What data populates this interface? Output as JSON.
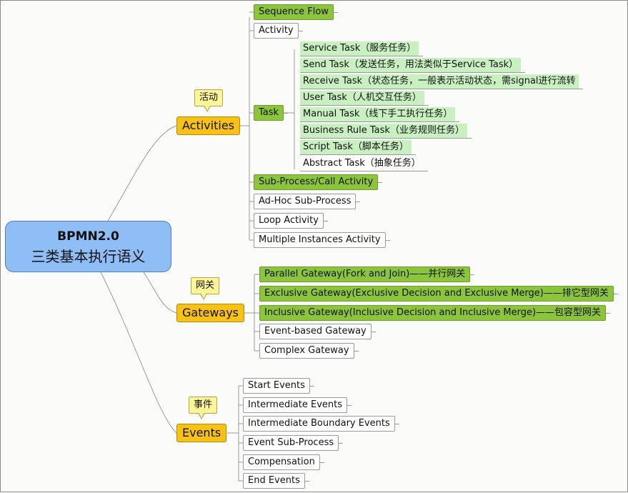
{
  "root": {
    "line1": "BPMN2.0",
    "line2": "三类基本执行语义"
  },
  "branches": {
    "activities": {
      "label": "Activities",
      "callout": "活动"
    },
    "gateways": {
      "label": "Gateways",
      "callout": "网关"
    },
    "events": {
      "label": "Events",
      "callout": "事件"
    }
  },
  "activities": {
    "items": [
      "Sequence Flow",
      "Activity",
      "Task",
      "Sub-Process/Call Activity",
      "Ad-Hoc Sub-Process",
      "Loop Activity",
      "Multiple Instances Activity"
    ],
    "task_types": [
      "Service Task（服务任务）",
      "Send Task（发送任务，用法类似于Service Task）",
      "Receive Task（状态任务，一般表示活动状态，需signal进行流转",
      "User Task（人机交互任务）",
      "Manual Task（线下手工执行任务）",
      "Business Rule Task（业务规则任务）",
      "Script Task（脚本任务）",
      "Abstract Task（抽象任务）"
    ]
  },
  "gateways": {
    "items": [
      "Parallel Gateway(Fork and Join)——并行网关",
      "Exclusive Gateway(Exclusive Decision and Exclusive Merge)——排它型网关",
      "Inclusive Gateway(Inclusive Decision and Inclusive Merge)——包容型网关",
      "Event-based Gateway",
      "Complex Gateway"
    ]
  },
  "events": {
    "items": [
      "Start Events",
      "Intermediate Events",
      "Intermediate Boundary Events",
      "Event Sub-Process",
      "Compensation",
      "End Events"
    ]
  },
  "colors": {
    "root": "#8fbdf5",
    "branch": "#f7c215",
    "highlight": "#8cc43c",
    "leaf_highlight": "#c8f0c0",
    "callout": "#fdf59a"
  }
}
